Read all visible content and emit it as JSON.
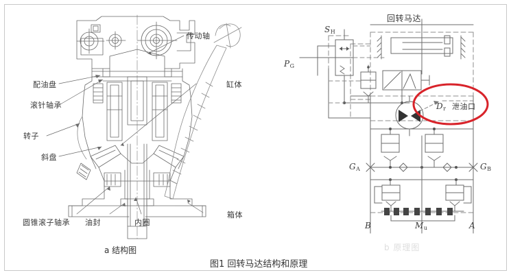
{
  "figure": {
    "caption": "图1 回转马达结构和原理",
    "watermark": "b 原理图"
  },
  "panel_a": {
    "caption": "a 结构图",
    "labels": [
      {
        "key": "distributor_plate",
        "text": "配油盘"
      },
      {
        "key": "needle_roller_bearing",
        "text": "滚针轴承"
      },
      {
        "key": "rotor",
        "text": "转子"
      },
      {
        "key": "swash_plate",
        "text": "斜盘"
      },
      {
        "key": "tapered_roller_bearing",
        "text": "圆锥滚子轴承"
      },
      {
        "key": "oil_seal",
        "text": "油封"
      },
      {
        "key": "inner_ring",
        "text": "内圈"
      },
      {
        "key": "drive_shaft",
        "text": "传动轴"
      },
      {
        "key": "cylinder_block",
        "text": "缸体"
      },
      {
        "key": "housing",
        "text": "箱体"
      }
    ]
  },
  "panel_b": {
    "title": "回转马达",
    "annotation": {
      "port_symbol": "D",
      "port_subscript": "r",
      "port_text": "泄油口",
      "highlight_color": "#d8232a"
    },
    "ports": [
      {
        "key": "port-sh",
        "symbol": "S",
        "subscript": "H"
      },
      {
        "key": "port-pg",
        "symbol": "P",
        "subscript": "G"
      },
      {
        "key": "port-ga",
        "symbol": "G",
        "subscript": "A"
      },
      {
        "key": "port-gb",
        "symbol": "G",
        "subscript": "B"
      },
      {
        "key": "port-b",
        "symbol": "B",
        "subscript": ""
      },
      {
        "key": "port-mu",
        "symbol": "M",
        "subscript": "u"
      },
      {
        "key": "port-a",
        "symbol": "A",
        "subscript": ""
      }
    ]
  },
  "colors": {
    "line": "#555555",
    "line_light": "#9a9a9a",
    "frame": "#c9c9c9",
    "text": "#3a3a3a",
    "accent": "#d8232a"
  }
}
